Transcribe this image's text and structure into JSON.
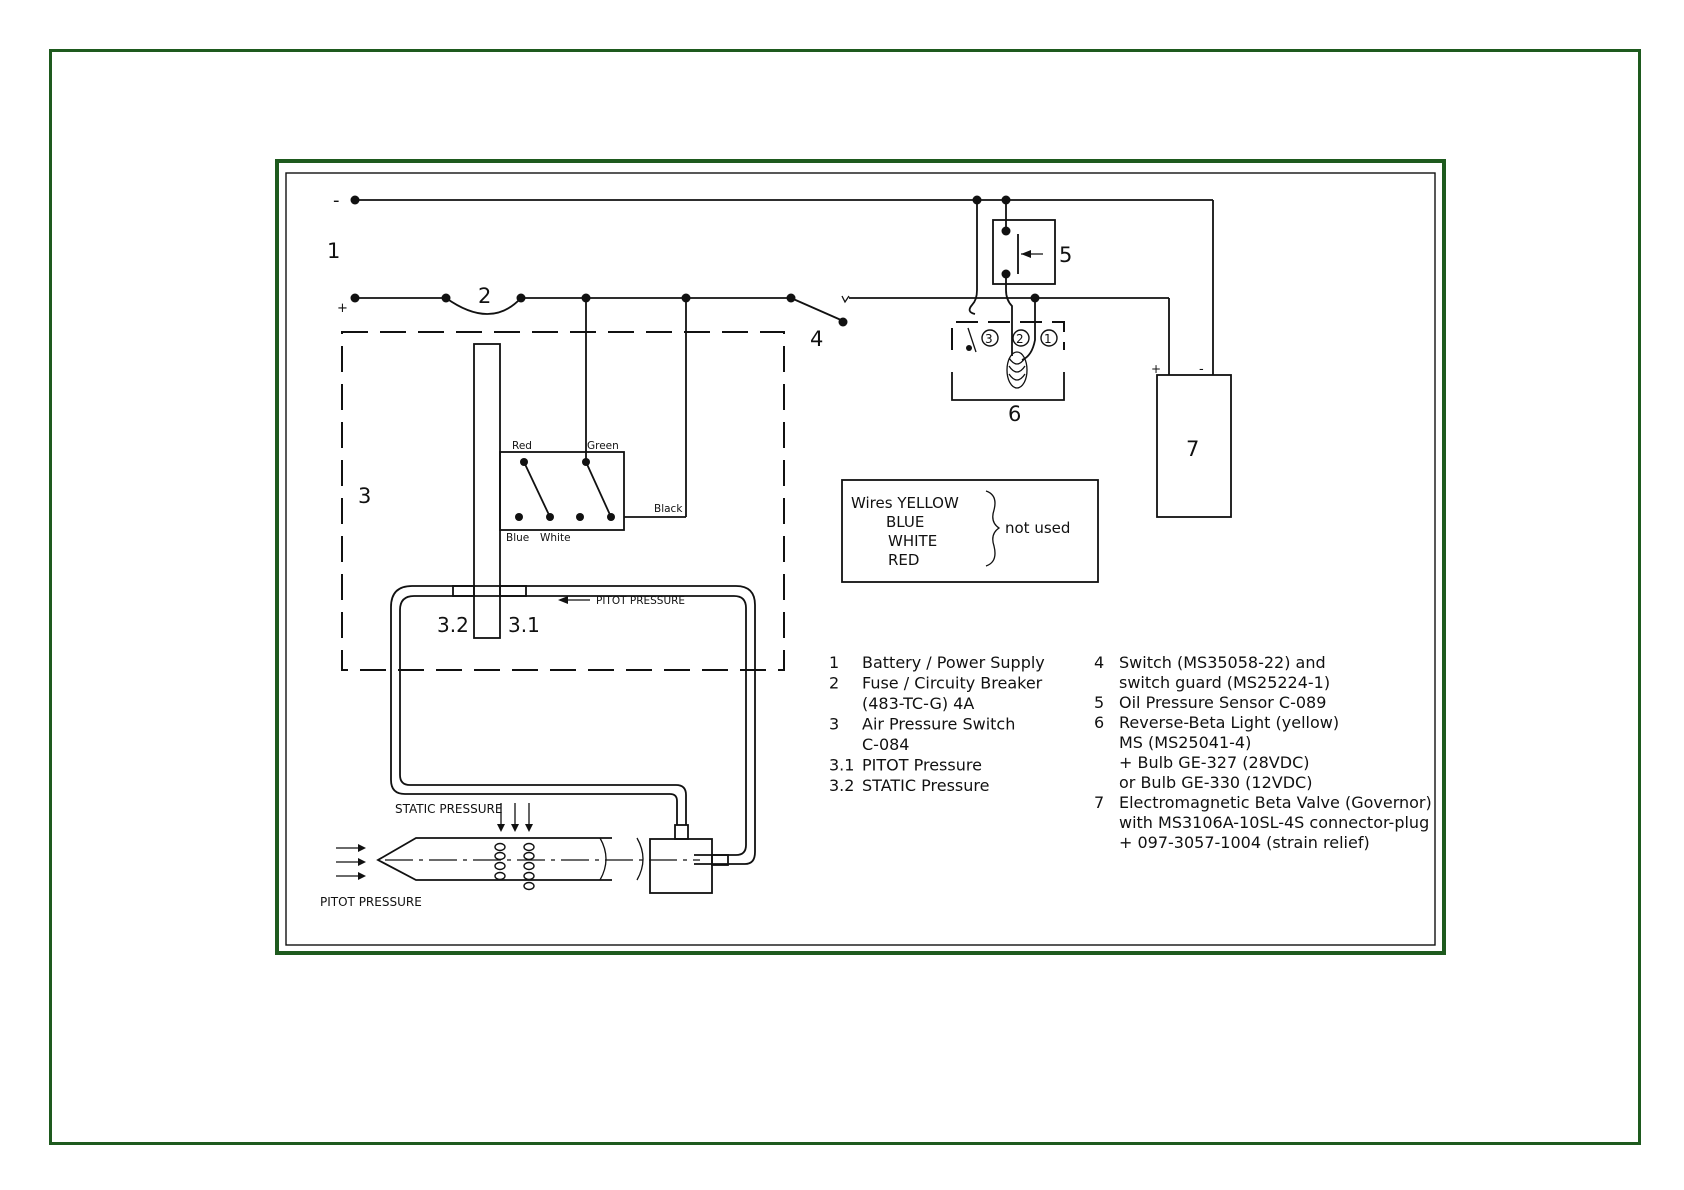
{
  "colors": {
    "frame": "#1e5a1e",
    "ink": "#111111"
  },
  "labels": {
    "minus_terminal": "-",
    "plus_terminal": "+",
    "battery": "1",
    "fuse": "2",
    "air_switch": "3",
    "switch": "4",
    "oil_sensor": "5",
    "light": "6",
    "valve": "7",
    "valve_plus": "+",
    "valve_minus": "-",
    "light_t3": "3",
    "light_t2": "2",
    "light_t1": "1",
    "port_32": "3.2",
    "port_31": "3.1",
    "wire_red": "Red",
    "wire_green": "Green",
    "wire_blue": "Blue",
    "wire_white": "White",
    "wire_black": "Black",
    "pitot_pressure_tube": "PITOT PRESSURE",
    "static_pressure": "STATIC PRESSURE",
    "pitot_pressure": "PITOT PRESSURE"
  },
  "unused_box": {
    "line1": "Wires YELLOW",
    "line2": "BLUE",
    "line3": "WHITE",
    "line4": "RED",
    "note": "not used"
  },
  "legend_left": [
    {
      "num": "1",
      "text": "Battery / Power Supply"
    },
    {
      "num": "2",
      "text": "Fuse / Circuity Breaker"
    },
    {
      "num": "",
      "text": "(483-TC-G) 4A"
    },
    {
      "num": "3",
      "text": "Air Pressure Switch"
    },
    {
      "num": "",
      "text": "C-084"
    },
    {
      "num": "3.1",
      "text": "PITOT Pressure"
    },
    {
      "num": "3.2",
      "text": "STATIC Pressure"
    }
  ],
  "legend_right": [
    {
      "num": "4",
      "text": "Switch (MS35058-22) and"
    },
    {
      "num": "",
      "text": "switch guard (MS25224-1)"
    },
    {
      "num": "5",
      "text": "Oil Pressure Sensor C-089"
    },
    {
      "num": "6",
      "text": "Reverse-Beta Light (yellow)"
    },
    {
      "num": "",
      "text": "MS (MS25041-4)"
    },
    {
      "num": "",
      "text": "+ Bulb GE-327 (28VDC)"
    },
    {
      "num": "",
      "text": "or Bulb GE-330 (12VDC)"
    },
    {
      "num": "7",
      "text": "Electromagnetic Beta Valve (Governor)"
    },
    {
      "num": "",
      "text": "with MS3106A-10SL-4S connector-plug"
    },
    {
      "num": "",
      "text": "+ 097-3057-1004 (strain relief)"
    }
  ]
}
